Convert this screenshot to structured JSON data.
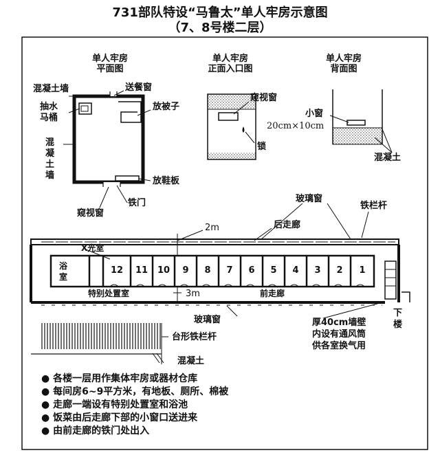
{
  "title": {
    "line1": "731部队特设“马鲁太”单人牢房示意图",
    "line2": "（7、8号楼二层）"
  },
  "views": {
    "plan": {
      "title1": "单人牢房",
      "title2": "平面图"
    },
    "front": {
      "title1": "单人牢房",
      "title2": "正面入口图"
    },
    "back": {
      "title1": "单人牢房",
      "title2": "背面图"
    }
  },
  "labels": {
    "concrete_wall": "混凝土墙",
    "meal_window": "送餐窗",
    "flush_toilet_1": "抽水",
    "flush_toilet_2": "马桶",
    "quilt_shelf": "放被子",
    "vert_wall_1": "混",
    "vert_wall_2": "凝",
    "vert_wall_3": "土",
    "vert_wall_4": "墙",
    "shoe_board": "放鞋板",
    "iron_door": "铁门",
    "peep_window_plan": "窥视窗",
    "peep_window_front": "窥视窗",
    "lock": "锁",
    "small_window": "小窗",
    "small_window_size": "20cm×10cm",
    "concrete_back": "混凝土",
    "glass_window_top": "玻璃窗",
    "iron_rail": "铁栏杆",
    "dim_2m": "2m",
    "rear_corridor": "后走廊",
    "xray_room": "X光室",
    "bath_1": "浴",
    "bath_2": "室",
    "special_room": "特别处置室",
    "dim_3m": "3m",
    "front_corridor": "前走廊",
    "glass_window_bottom": "玻璃窗",
    "wall_note_1": "厚40cm墙壁",
    "wall_note_2": "内设有通风筒",
    "wall_note_3": "供各室换气用",
    "down_1": "下",
    "down_2": "楼",
    "terrace_rail": "台形铁栏杆",
    "concrete_bottom": "混凝土"
  },
  "cells": [
    "12",
    "11",
    "10",
    "9",
    "8",
    "7",
    "6",
    "5",
    "4",
    "3",
    "2",
    "1"
  ],
  "notes": [
    "各楼一层用作集体牢房或器材仓库",
    "每间房6~9平方米，有地板、厕所、棉被",
    "走廊一端设有特别处置室和浴池",
    "饭菜由后走廊下部的小窗口送进来",
    "由前走廊的铁门处出入"
  ],
  "bullet": "●"
}
